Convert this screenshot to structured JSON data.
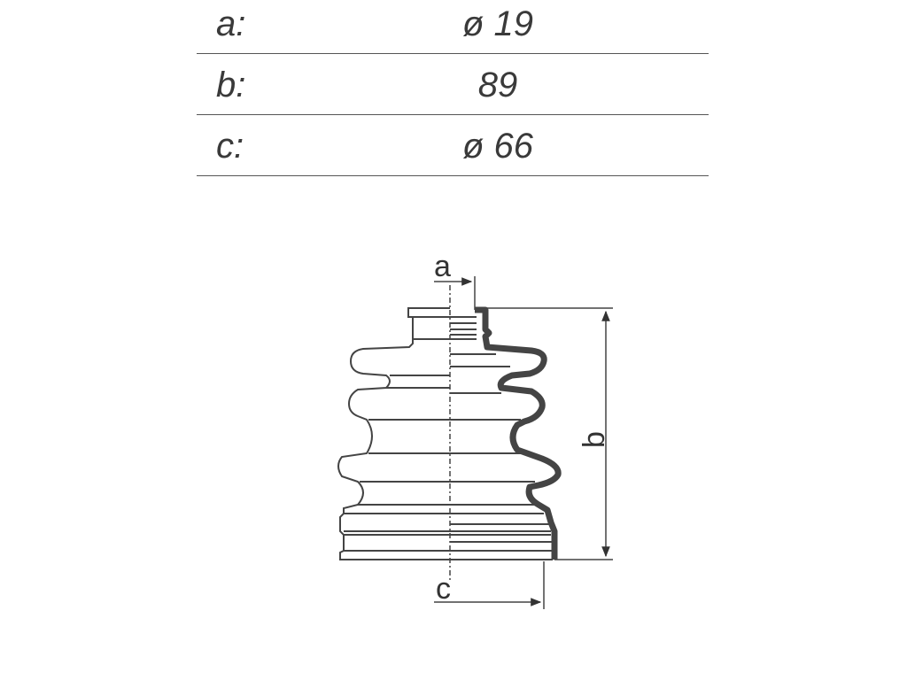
{
  "specs": [
    {
      "label": "a:",
      "value": "ø 19"
    },
    {
      "label": "b:",
      "value": "89"
    },
    {
      "label": "c:",
      "value": "ø  66"
    }
  ],
  "diagram": {
    "labels": {
      "a": "a",
      "b": "b",
      "c": "c"
    }
  }
}
